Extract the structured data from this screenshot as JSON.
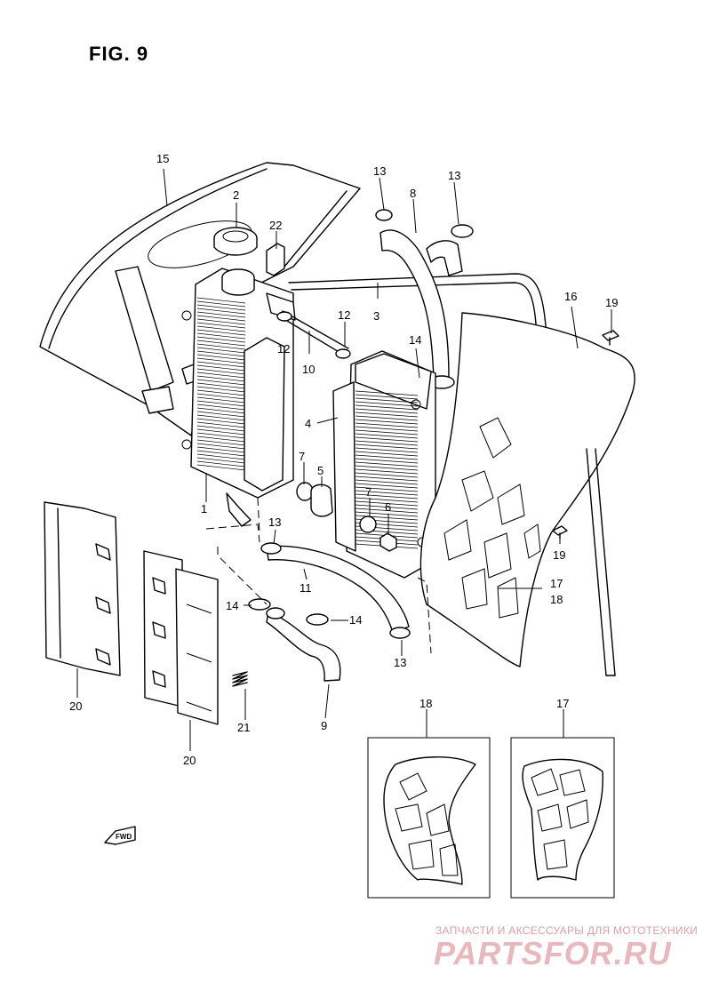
{
  "figure": {
    "title": "FIG. 9"
  },
  "callouts": [
    {
      "id": "c15",
      "text": "15"
    },
    {
      "id": "c2",
      "text": "2"
    },
    {
      "id": "c22",
      "text": "22"
    },
    {
      "id": "c13a",
      "text": "13"
    },
    {
      "id": "c8",
      "text": "8"
    },
    {
      "id": "c13b",
      "text": "13"
    },
    {
      "id": "c16",
      "text": "16"
    },
    {
      "id": "c19a",
      "text": "19"
    },
    {
      "id": "c12a",
      "text": "12"
    },
    {
      "id": "c12b",
      "text": "12"
    },
    {
      "id": "c3",
      "text": "3"
    },
    {
      "id": "c10",
      "text": "10"
    },
    {
      "id": "c14a",
      "text": "14"
    },
    {
      "id": "c4",
      "text": "4"
    },
    {
      "id": "c7a",
      "text": "7"
    },
    {
      "id": "c5",
      "text": "5"
    },
    {
      "id": "c7b",
      "text": "7"
    },
    {
      "id": "c6",
      "text": "6"
    },
    {
      "id": "c1",
      "text": "1"
    },
    {
      "id": "c13c",
      "text": "13"
    },
    {
      "id": "c19b",
      "text": "19"
    },
    {
      "id": "c11",
      "text": "11"
    },
    {
      "id": "c17a",
      "text": "17"
    },
    {
      "id": "c18a",
      "text": "18"
    },
    {
      "id": "c14b",
      "text": "14"
    },
    {
      "id": "c14c",
      "text": "14"
    },
    {
      "id": "c13d",
      "text": "13"
    },
    {
      "id": "c20a",
      "text": "20"
    },
    {
      "id": "c21",
      "text": "21"
    },
    {
      "id": "c9",
      "text": "9"
    },
    {
      "id": "c20b",
      "text": "20"
    },
    {
      "id": "c18b",
      "text": "18"
    },
    {
      "id": "c17b",
      "text": "17"
    }
  ],
  "fwd": {
    "label": "FWD"
  },
  "watermark": {
    "line1": "ЗАПЧАСТИ И АКСЕССУАРЫ ДЛЯ МОТОТЕХНИКИ",
    "line2": "PARTSFOR.RU",
    "color": "#e3a3a8"
  }
}
